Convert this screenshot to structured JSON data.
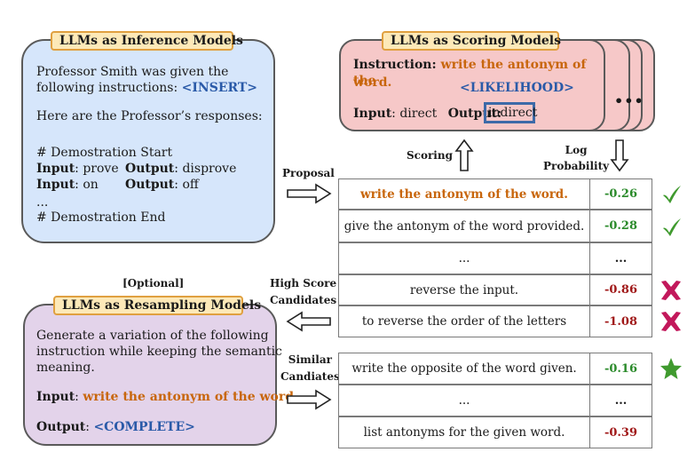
{
  "inference": {
    "tag": "LLMs as Inference Models",
    "line1": "Professor Smith was given the",
    "line2_prefix": "following instructions: ",
    "line2_token": "<INSERT>",
    "line3": "Here are the Professor’s responses:",
    "demo_start": "# Demostration Start",
    "row1_input_label": "Input",
    "row1_input_value": ": prove",
    "row1_output_label": "Output",
    "row1_output_value": ": disprove",
    "row2_input_label": "Input",
    "row2_input_value": ": on",
    "row2_output_label": "Output",
    "row2_output_value": ": off",
    "ellipsis": "...",
    "demo_end": "# Demostration End"
  },
  "scoring": {
    "tag": "LLMs as Scoring Models",
    "instruction_label": "Instruction",
    "instruction_value": "write the antonym of the",
    "instruction_value2": "word.",
    "likelihood_token": "<LIKELIHOOD>",
    "input_label": "Input",
    "input_value": ": direct",
    "output_label": "Output",
    "output_value": "indirect",
    "stack_ellipsis": "•••"
  },
  "resampling": {
    "optional": "[Optional]",
    "tag": "LLMs as Resampling Models",
    "line1": "Generate a variation of the following",
    "line2": "instruction while keeping the semantic",
    "line3": "meaning.",
    "input_label": "Input",
    "input_value": "write the antonym of the word.",
    "output_label": "Output",
    "output_token": "<COMPLETE>"
  },
  "labels": {
    "proposal": "Proposal",
    "scoring": "Scoring",
    "log_prob_1": "Log",
    "log_prob_2": "Probability",
    "high_score_1": "High Score",
    "high_score_2": "Candidates",
    "similar_1": "Similar",
    "similar_2": "Candiates"
  },
  "table_top": [
    {
      "text": "write the antonym of the word.",
      "score": "-0.26",
      "mark": "check",
      "highlight": true
    },
    {
      "text": "give the antonym of the word provided.",
      "score": "-0.28",
      "mark": "check",
      "highlight": false
    },
    {
      "text": "...",
      "score": "...",
      "mark": "",
      "highlight": false
    },
    {
      "text": "reverse the input.",
      "score": "-0.86",
      "mark": "cross",
      "highlight": false
    },
    {
      "text": "to reverse the order of the letters",
      "score": "-1.08",
      "mark": "cross",
      "highlight": false
    }
  ],
  "table_bottom": [
    {
      "text": "write the opposite of the word given.",
      "score": "-0.16",
      "mark": "star"
    },
    {
      "text": "...",
      "score": "...",
      "mark": ""
    },
    {
      "text": "list antonyms for the given word.",
      "score": "-0.39",
      "mark": ""
    }
  ],
  "colors": {
    "inference_bg": "#d6e6fb",
    "scoring_bg": "#f6c8c8",
    "resampling_bg": "#e3d3ea",
    "positive": "#2a8a2a",
    "negative": "#a01818",
    "check": "#3f9a2e",
    "cross": "#c2185b",
    "star": "#3f9a2e"
  }
}
